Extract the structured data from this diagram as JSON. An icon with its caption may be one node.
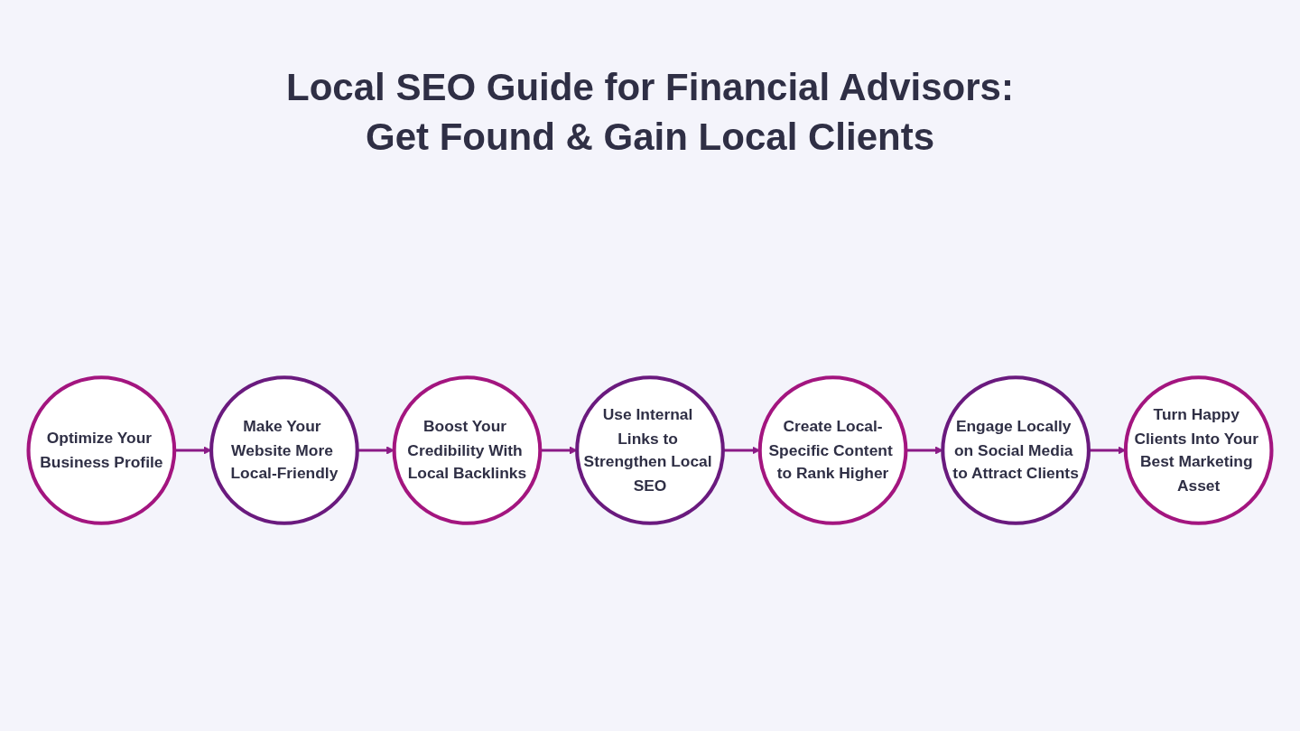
{
  "diagram": {
    "title": "Local SEO Guide for Financial Advisors: Get Found & Gain Local Clients",
    "nodes": [
      {
        "text": [
          "Optimize Your Business Profile"
        ]
      },
      {
        "text": [
          "Make Your Website More Local-Friendly"
        ]
      },
      {
        "text": [
          "Boost Your Credibility With Local Backlinks"
        ]
      },
      {
        "text": [
          "Use Internal Links to Strengthen Local SEO"
        ]
      },
      {
        "text": [
          "Create Local-Specific Content to Rank Higher"
        ]
      },
      {
        "text": [
          "Engage Locally on Social Media to Attract Clients"
        ]
      },
      {
        "text": [
          "Turn Happy Clients Into Your Best Marketing Asset"
        ]
      }
    ],
    "edges": [
      {
        "from": 0,
        "to": 1,
        "arrow": "to"
      },
      {
        "from": 1,
        "to": 2,
        "arrow": "to"
      },
      {
        "from": 2,
        "to": 3,
        "arrow": "to"
      },
      {
        "from": 3,
        "to": 4,
        "arrow": "to"
      },
      {
        "from": 4,
        "to": 5,
        "arrow": "to"
      },
      {
        "from": 5,
        "to": 6,
        "arrow": "to"
      }
    ]
  }
}
